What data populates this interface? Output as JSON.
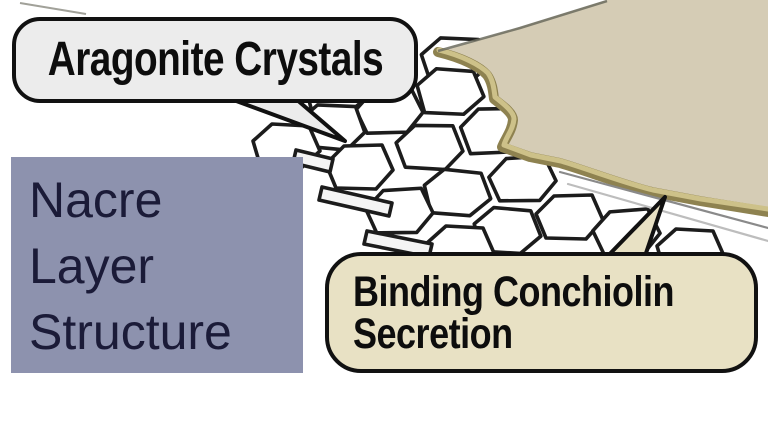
{
  "title": {
    "lines": [
      "Nacre",
      "Layer",
      "Structure"
    ]
  },
  "callouts": {
    "aragonite": {
      "label": "Aragonite Crystals"
    },
    "conchiolin": {
      "lines": [
        "Binding Conchiolin",
        "Secretion"
      ]
    }
  },
  "colors": {
    "title_bg": "#8d92ae",
    "title_text": "#1b1b38",
    "sheet_tan": "#d5ccb5",
    "band_olive_dark": "#8e8250",
    "band_olive_light": "#cdc189",
    "bubble_gray": "#ececec",
    "bubble_tan": "#e8e1c4",
    "outline": "#111111",
    "crystal_fill": "#ffffff"
  },
  "icons": {
    "aragonite_layer": "hexagon-crystal-lattice",
    "conchiolin_layer": "tan-sheet-torn-edge"
  }
}
